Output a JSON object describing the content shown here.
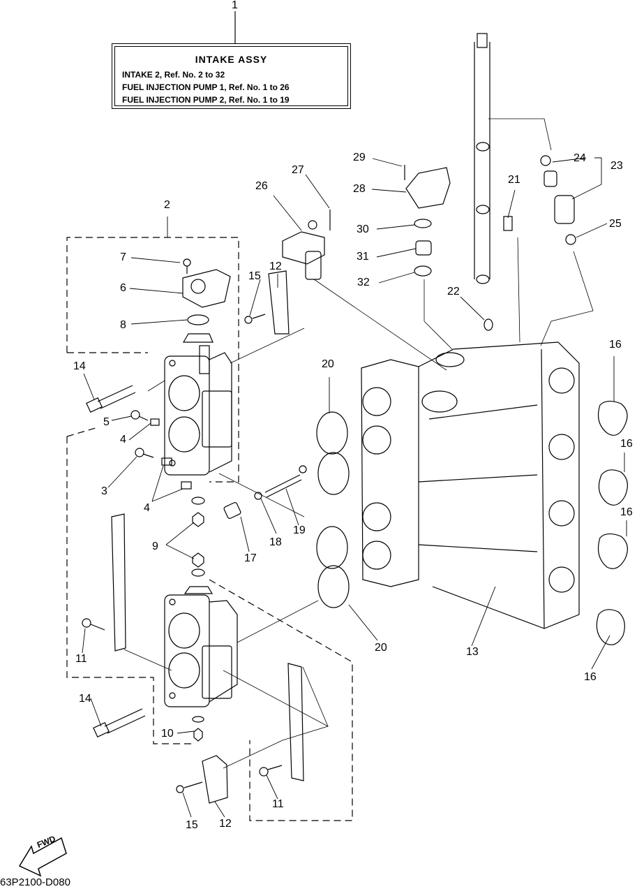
{
  "title_box": {
    "heading": "INTAKE ASSY",
    "lines": [
      "INTAKE 2, Ref. No. 2 to 32",
      "FUEL INJECTION PUMP 1, Ref. No. 1 to 26",
      "FUEL INJECTION PUMP 2, Ref. No. 1 to 19"
    ]
  },
  "callouts": {
    "c1": "1",
    "c2": "2",
    "c3": "3",
    "c4a": "4",
    "c4b": "4",
    "c5": "5",
    "c6": "6",
    "c7": "7",
    "c8": "8",
    "c9": "9",
    "c10": "10",
    "c11a": "11",
    "c11b": "11",
    "c12a": "12",
    "c12b": "12",
    "c13": "13",
    "c14a": "14",
    "c14b": "14",
    "c15a": "15",
    "c15b": "15",
    "c16a": "16",
    "c16b": "16",
    "c16c": "16",
    "c16d": "16",
    "c17": "17",
    "c18": "18",
    "c19": "19",
    "c20a": "20",
    "c20b": "20",
    "c21": "21",
    "c22": "22",
    "c23": "23",
    "c24": "24",
    "c25": "25",
    "c26": "26",
    "c27": "27",
    "c28": "28",
    "c29": "29",
    "c30": "30",
    "c31": "31",
    "c32": "32"
  },
  "fwd_label": "FWD",
  "drawing_code": "63P2100-D080"
}
